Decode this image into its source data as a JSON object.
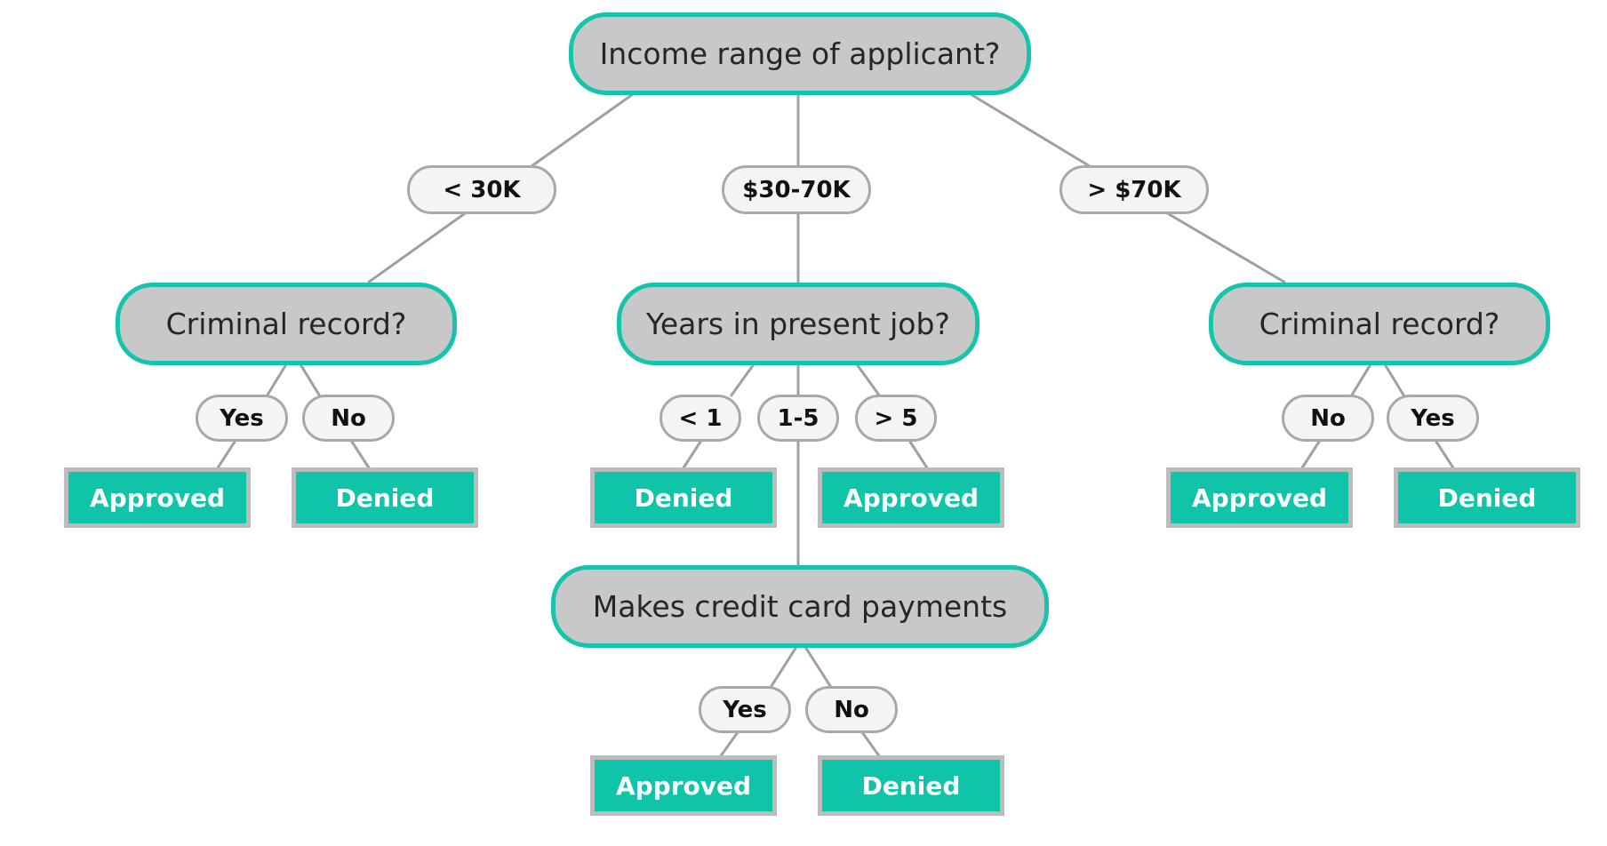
{
  "colors": {
    "accent": "#14c4ac",
    "leaf_fill": "#0fc4a9",
    "question_fill": "#c8c8c8",
    "branch_fill": "#f4f4f4",
    "connector": "#a0a0a0"
  },
  "questions": {
    "income": "Income range of applicant?",
    "criminal_left": "Criminal record?",
    "years": "Years in present job?",
    "criminal_right": "Criminal record?",
    "credit": "Makes credit card payments"
  },
  "branches": {
    "income_low": "< 30K",
    "income_mid": "$30-70K",
    "income_high": "> $70K",
    "left_yes": "Yes",
    "left_no": "No",
    "years_lt1": "< 1",
    "years_1to5": "1-5",
    "years_gt5": "> 5",
    "right_no": "No",
    "right_yes": "Yes",
    "credit_yes": "Yes",
    "credit_no": "No"
  },
  "outcomes": {
    "left_yes": "Approved",
    "left_no": "Denied",
    "years_lt1": "Denied",
    "years_gt5": "Approved",
    "right_no": "Approved",
    "right_yes": "Denied",
    "credit_yes": "Approved",
    "credit_no": "Denied"
  }
}
